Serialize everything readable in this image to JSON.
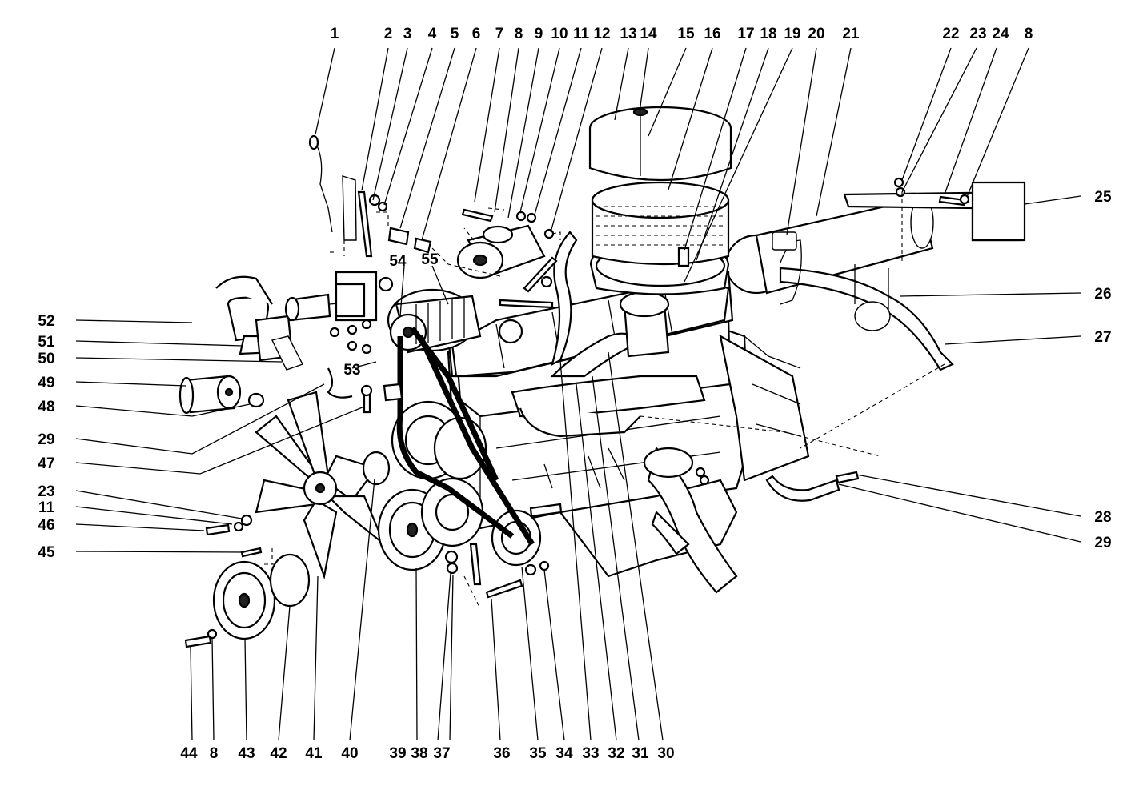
{
  "diagram": {
    "labels": {
      "top": [
        "1",
        "2",
        "3",
        "4",
        "5",
        "6",
        "7",
        "8",
        "9",
        "10",
        "11",
        "12",
        "13",
        "14",
        "15",
        "16",
        "17",
        "18",
        "19",
        "20",
        "21",
        "22",
        "23",
        "24",
        "8"
      ],
      "bottom": [
        "44",
        "8",
        "43",
        "42",
        "41",
        "40",
        "39",
        "38",
        "37",
        "36",
        "35",
        "34",
        "33",
        "32",
        "31",
        "30"
      ],
      "left": [
        "52",
        "51",
        "50",
        "49",
        "48",
        "29",
        "47",
        "23",
        "11",
        "46",
        "45"
      ],
      "right": [
        "25",
        "26",
        "27",
        "28",
        "29"
      ],
      "interior": [
        "53",
        "54",
        "55"
      ]
    },
    "colors": {
      "ink": "#000000",
      "paper": "#ffffff"
    }
  }
}
